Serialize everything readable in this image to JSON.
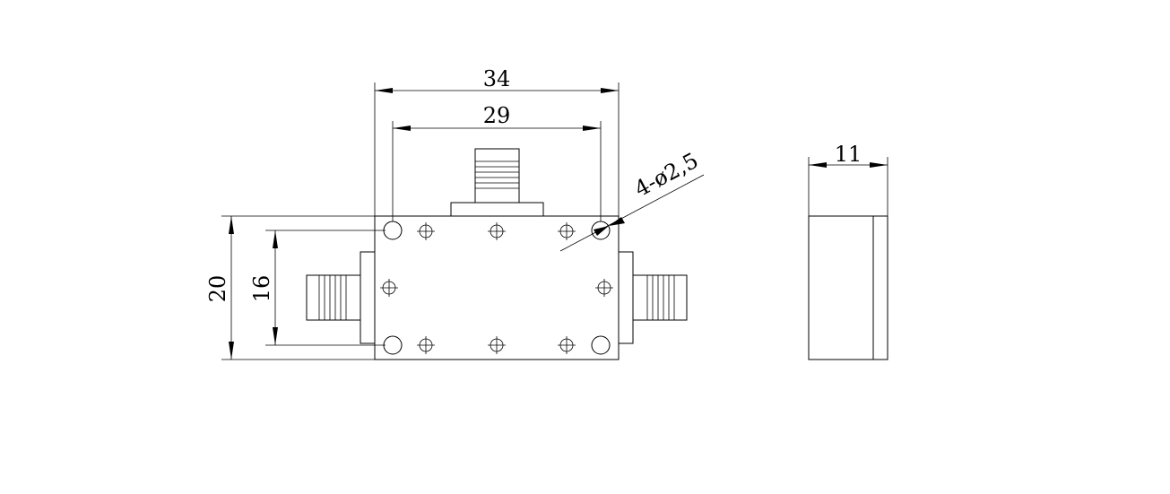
{
  "drawing": {
    "dimensions": {
      "overall_length": "34",
      "hole_spacing_length": "29",
      "overall_width": "20",
      "hole_spacing_width": "16",
      "thickness": "11",
      "mounting_holes": "4-ø2,5"
    },
    "views": [
      "front-view",
      "side-view"
    ]
  }
}
